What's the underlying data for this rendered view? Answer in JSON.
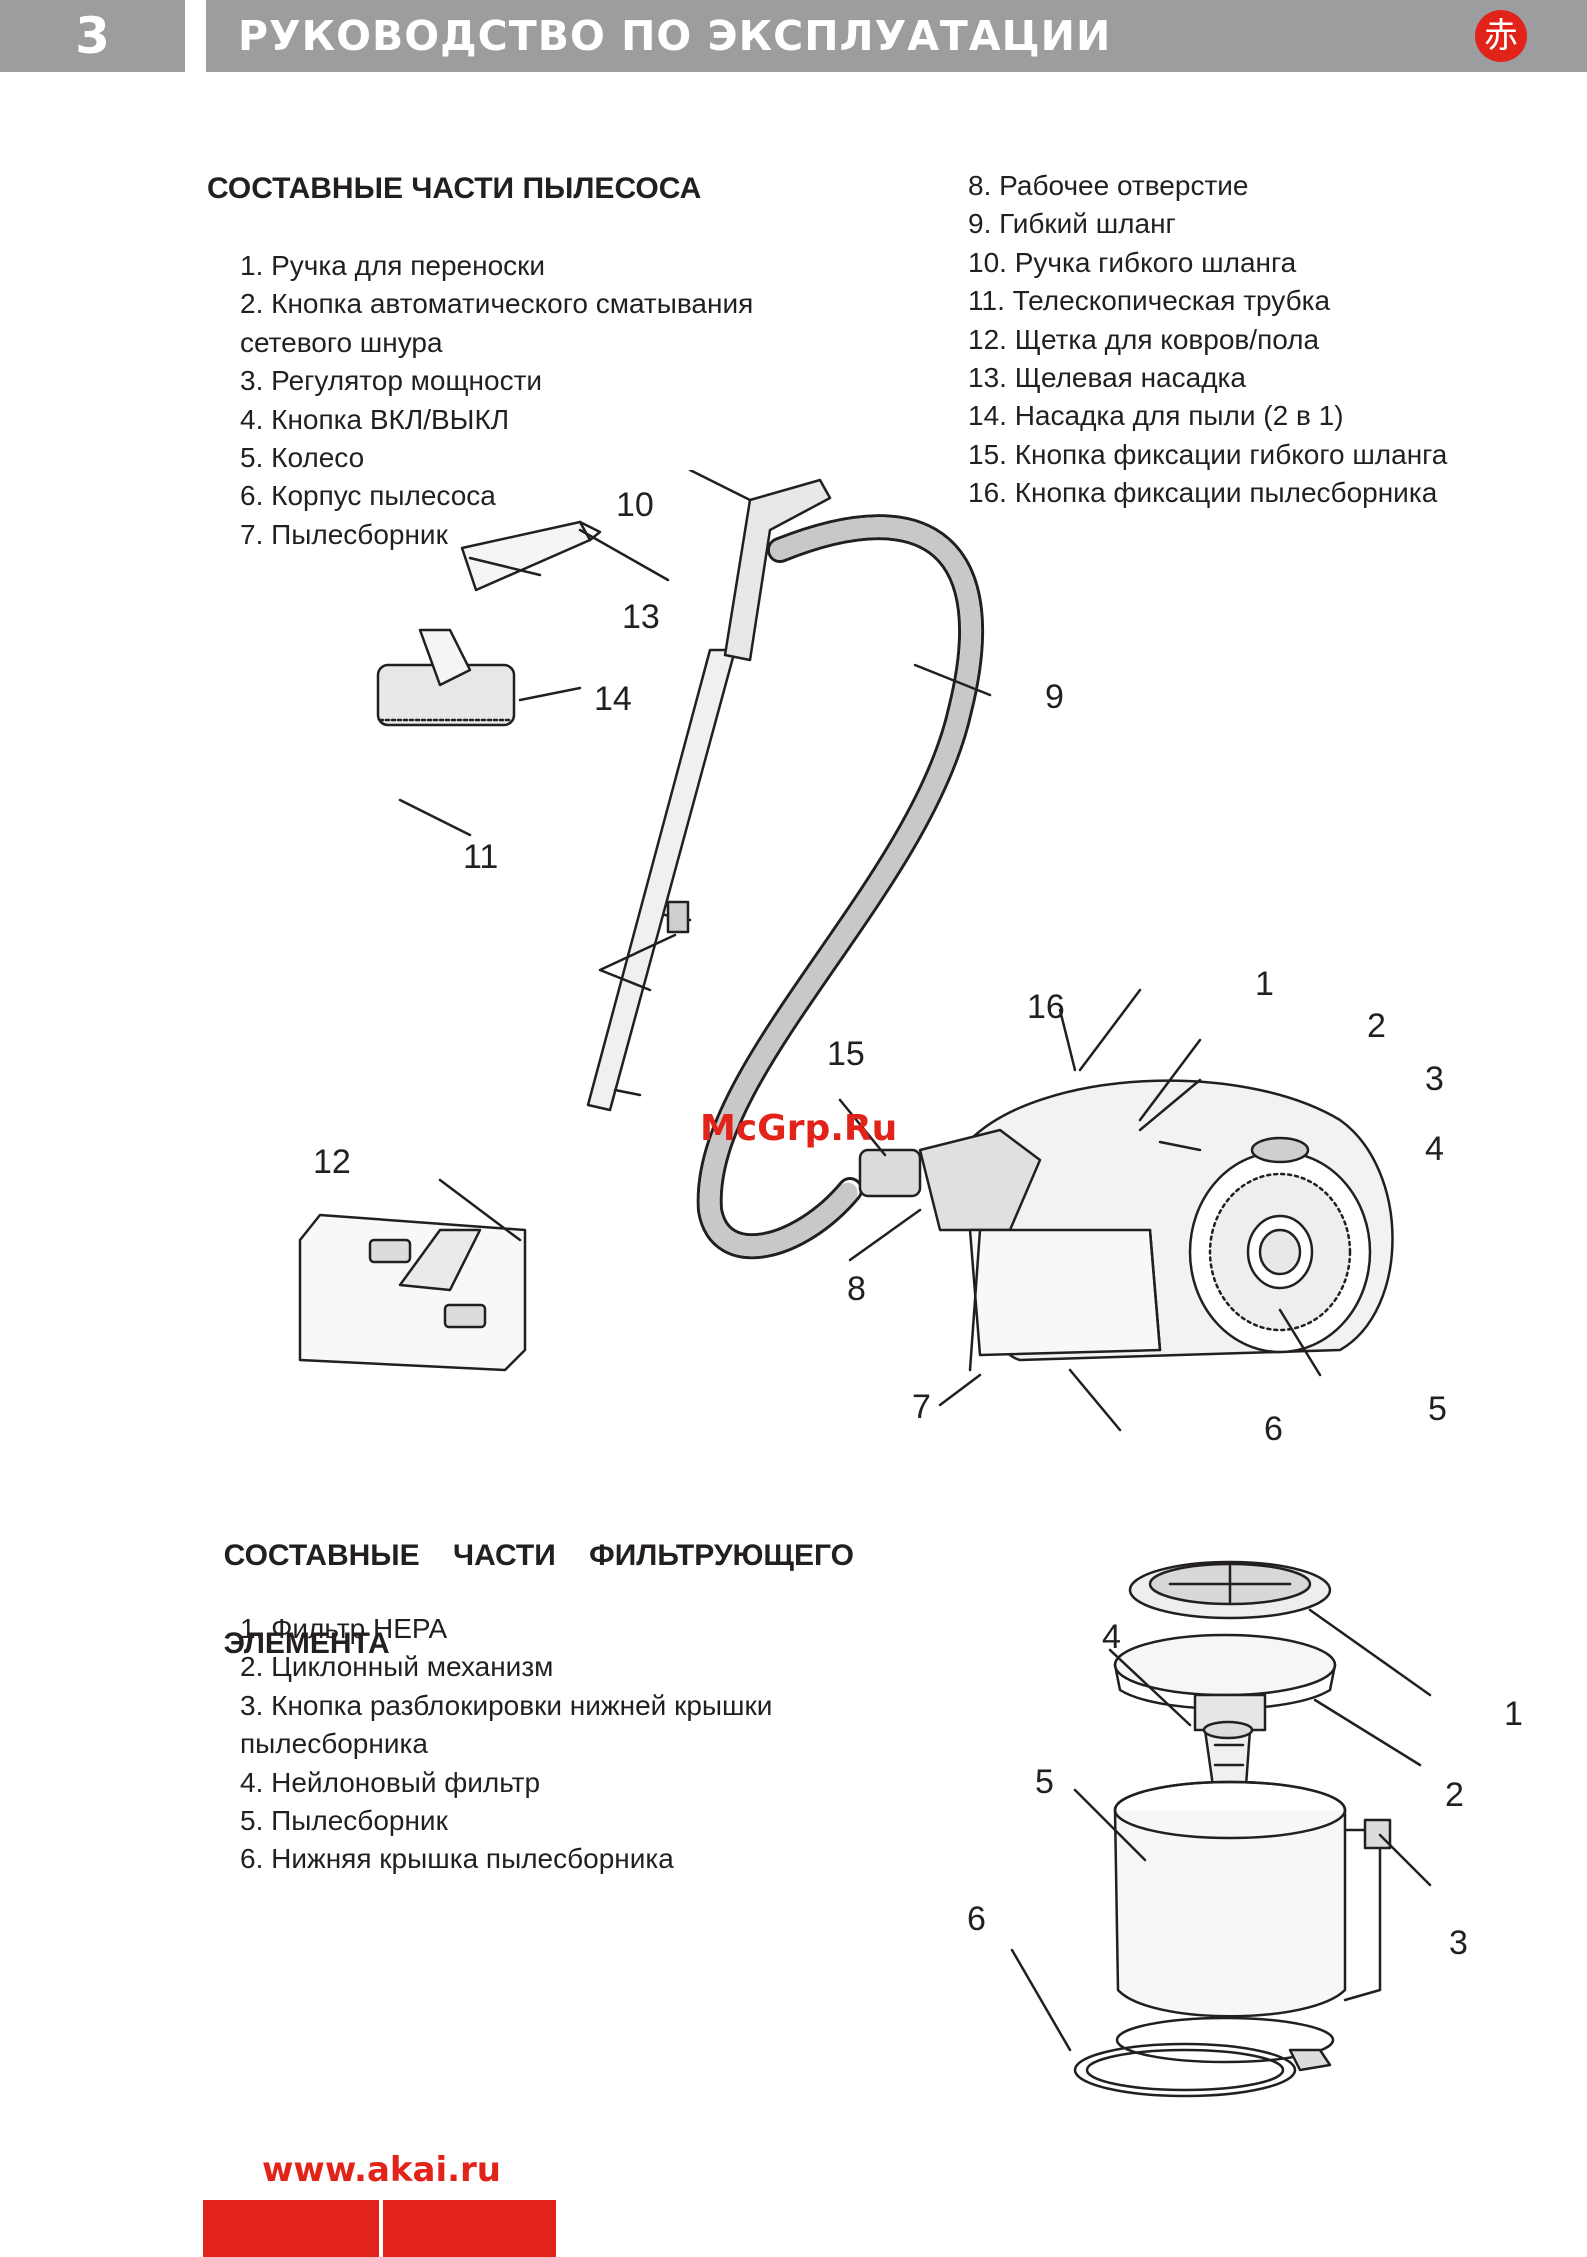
{
  "header": {
    "page_number": "3",
    "title": "РУКОВОДСТВО ПО ЭКСПЛУАТАЦИИ",
    "logo_glyph": "赤",
    "accent_color": "#e2231a",
    "bar_color": "#9c9d9f"
  },
  "section1": {
    "title": "СОСТАВНЫЕ ЧАСТИ ПЫЛЕСОСА",
    "items_left": [
      "1. Ручка для переноски",
      "2. Кнопка автоматического сматывания",
      "сетевого шнура",
      "3. Регулятор мощности",
      "4. Кнопка ВКЛ/ВЫКЛ",
      "5. Колесо",
      "6. Корпус пылесоса",
      "7. Пылесборник"
    ],
    "items_right": [
      "8. Рабочее отверстие",
      "9. Гибкий шланг",
      "10. Ручка гибкого шланга",
      "11. Телескопическая трубка",
      "12. Щетка для ковров/пола",
      "13. Щелевая насадка",
      "14. Насадка для пыли (2 в 1)",
      "15. Кнопка фиксации гибкого шланга",
      "16. Кнопка фиксации пылесборника"
    ],
    "diagram_labels": [
      "1",
      "2",
      "3",
      "4",
      "5",
      "6",
      "7",
      "8",
      "9",
      "10",
      "11",
      "12",
      "13",
      "14",
      "15",
      "16"
    ]
  },
  "section2": {
    "title_line1": "СОСТАВНЫЕ    ЧАСТИ    ФИЛЬТРУЮЩЕГО",
    "title_line2": "ЭЛЕМЕНТА",
    "items": [
      "1. Фильтр HEPA",
      "2. Циклонный механизм",
      "3. Кнопка разблокировки нижней крышки",
      "пылесборника",
      "4. Нейлоновый фильтр",
      "5. Пылесборник",
      "6. Нижняя крышка пылесборника"
    ],
    "diagram_labels": [
      "1",
      "2",
      "3",
      "4",
      "5",
      "6"
    ]
  },
  "watermark": "McGrp.Ru",
  "footer": {
    "url": "www.akai.ru"
  }
}
